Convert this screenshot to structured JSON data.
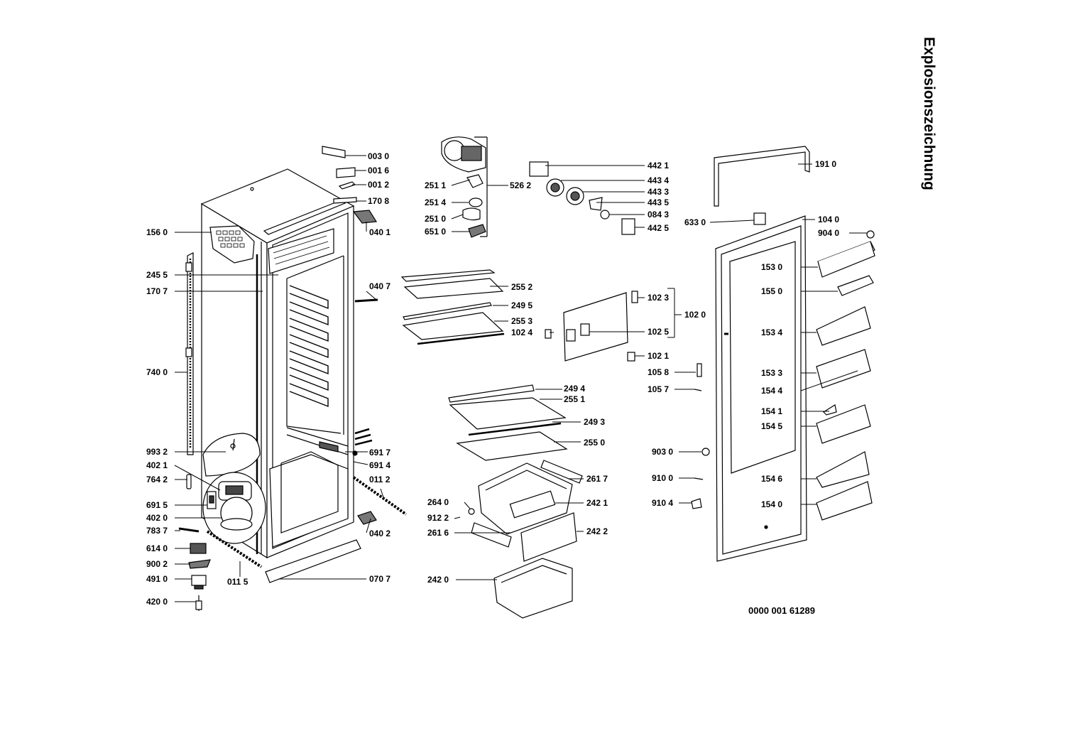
{
  "title": "Explosionszeichnung",
  "document_number": "0000 001 61289",
  "parts": {
    "p0030": "003 0",
    "p0016": "001 6",
    "p0012": "001 2",
    "p1708": "170 8",
    "p0401": "040 1",
    "p1560": "156 0",
    "p2455": "245 5",
    "p1707": "170 7",
    "p7400": "740 0",
    "p9932": "993 2",
    "p4021": "402 1",
    "p7642": "764 2",
    "p6915": "691 5",
    "p4020": "402 0",
    "p7837": "783 7",
    "p6140": "614 0",
    "p9002": "900 2",
    "p4910": "491 0",
    "p4200": "420 0",
    "p0115": "011 5",
    "p0707": "070 7",
    "p0402": "040 2",
    "p0112": "011 2",
    "p6914": "691 4",
    "p6917": "691 7",
    "p0407": "040 7",
    "p2511": "251 1",
    "p2514": "251 4",
    "p2510": "251 0",
    "p6510": "651 0",
    "p5262": "526 2",
    "p2552": "255 2",
    "p2495": "249 5",
    "p2553": "255 3",
    "p2494": "249 4",
    "p2551": "255 1",
    "p2493": "249 3",
    "p2550": "255 0",
    "p2617": "261 7",
    "p2640": "264 0",
    "p9122": "912 2",
    "p2616": "261 6",
    "p2421": "242 1",
    "p2422": "242 2",
    "p2420": "242 0",
    "p4421": "442 1",
    "p4434": "443 4",
    "p4433": "443 3",
    "p4435": "443 5",
    "p0843": "084 3",
    "p4425": "442 5",
    "p1023": "102 3",
    "p1020": "102 0",
    "p1025": "102 5",
    "p1024": "102 4",
    "p1021": "102 1",
    "p1058": "105 8",
    "p1057": "105 7",
    "p9030": "903 0",
    "p9100": "910 0",
    "p9104": "910 4",
    "p1910": "191 0",
    "p6330": "633 0",
    "p1040": "104 0",
    "p9040": "904 0",
    "p1530": "153 0",
    "p1550": "155 0",
    "p1534": "153 4",
    "p1533": "153 3",
    "p1544": "154 4",
    "p1541": "154 1",
    "p1545": "154 5",
    "p1546": "154 6",
    "p1540": "154 0"
  }
}
